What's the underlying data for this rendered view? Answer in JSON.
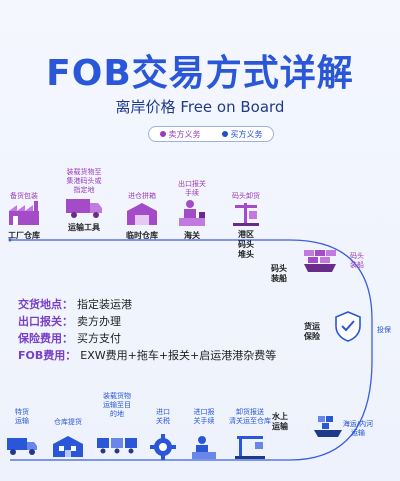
{
  "title": "FOB交易方式详解",
  "subtitle": "离岸价格 Free on Board",
  "legend": {
    "seller": "卖方义务",
    "buyer": "买方义务",
    "seller_color": "#9b3bb8",
    "buyer_color": "#1f4fcf"
  },
  "seller_steps": [
    {
      "caption": "备货包装",
      "label": "工厂仓库",
      "icon": "factory-icon"
    },
    {
      "caption": "装载货物至\n集港码头或\n指定地",
      "label": "运输工具",
      "icon": "truck-icon"
    },
    {
      "caption": "进仓拼箱",
      "label": "临时仓库",
      "icon": "warehouse-icon"
    },
    {
      "caption": "出口报关\n手续",
      "label": "海关",
      "icon": "customs-icon"
    },
    {
      "caption": "码头卸货",
      "label": "港区\n码头\n堆头",
      "icon": "port-icon"
    }
  ],
  "port_loading": {
    "label": "码头\n装船",
    "caption": "码头\n装船",
    "icon": "ship-loading-icon"
  },
  "insurance": {
    "label": "货运\n保险",
    "caption": "投保",
    "icon": "shield-icon"
  },
  "sea": {
    "label": "水上\n运输",
    "caption": "海运/内河\n运输",
    "icon": "sea-ship-icon"
  },
  "info": [
    {
      "key": "交货地点：",
      "value": "指定装运港"
    },
    {
      "key": "出口报关：",
      "value": "卖方办理"
    },
    {
      "key": "保险费用：",
      "value": "买方支付"
    },
    {
      "key": "FOB费用：",
      "value": "EXW费用+拖车+报关+启运港港杂费等"
    }
  ],
  "buyer_steps": [
    {
      "caption": "特货\n运输",
      "icon": "delivery-truck-icon"
    },
    {
      "caption": "仓库提货",
      "icon": "building-icon"
    },
    {
      "caption": "装载货物\n运输至目\n的地",
      "icon": "convoy-icon"
    },
    {
      "caption": "进口\n关税",
      "icon": "tax-gear-icon"
    },
    {
      "caption": "进口报\n关手续",
      "icon": "import-customs-icon"
    },
    {
      "caption": "卸货报送\n清关运至仓库",
      "icon": "crane-icon"
    }
  ]
}
